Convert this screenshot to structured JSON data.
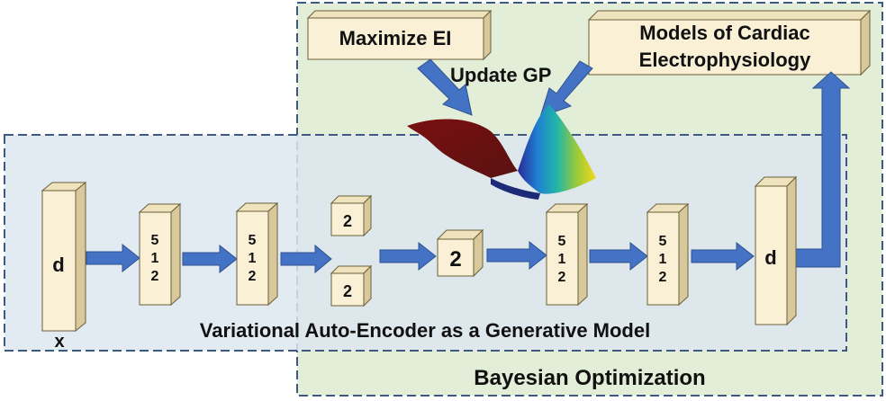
{
  "diagram": {
    "regions": {
      "bayesian_optimization": {
        "label": "Bayesian Optimization"
      },
      "vae": {
        "label": "Variational Auto-Encoder as a Generative Model"
      }
    },
    "boxes": {
      "maximize_ei": {
        "label": "Maximize EI"
      },
      "cardiac_models": {
        "line1": "Models of Cardiac",
        "line2": "Electrophysiology"
      }
    },
    "annotations": {
      "update_gp": "Update GP"
    },
    "encoder": {
      "input": {
        "label": "d",
        "sublabel": "x"
      },
      "hidden1": {
        "digits": [
          "5",
          "1",
          "2"
        ]
      },
      "hidden2": {
        "digits": [
          "5",
          "1",
          "2"
        ]
      },
      "mu": {
        "label": "2"
      },
      "sigma": {
        "label": "2"
      }
    },
    "latent": {
      "label": "2"
    },
    "decoder": {
      "hidden1": {
        "digits": [
          "5",
          "1",
          "2"
        ]
      },
      "hidden2": {
        "digits": [
          "5",
          "1",
          "2"
        ]
      },
      "output": {
        "label": "d"
      }
    },
    "colors": {
      "bo_fill": "#e3eed8",
      "vae_fill": "#dde6f0",
      "border": "#3c5a82",
      "arrow": "#4472c4",
      "arrow_edge": "#2f528f",
      "block_front": "#f9f0d6",
      "block_side": "#d9c89c",
      "block_top": "#efe3bd"
    }
  }
}
